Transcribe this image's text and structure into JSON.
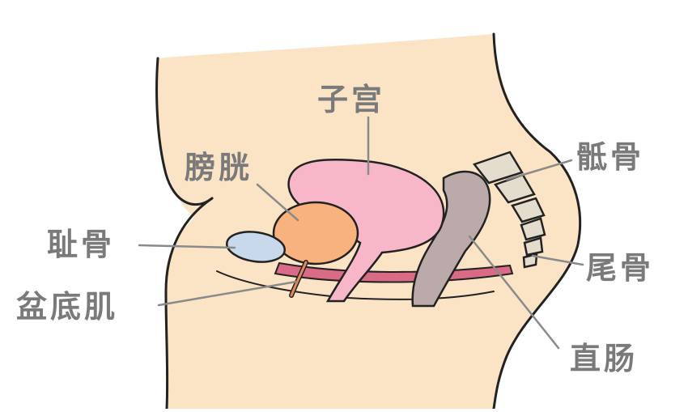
{
  "labels": {
    "uterus": "子宫",
    "bladder": "膀胱",
    "pubic_bone": "耻骨",
    "pelvic_floor": "盆底肌",
    "sacrum": "骶骨",
    "coccyx": "尾骨",
    "rectum": "直肠"
  },
  "colors": {
    "skin": "#fbe4c6",
    "outline": "#222222",
    "uterus": "#f7b7c9",
    "bladder": "#f7b27d",
    "pubic_bone": "#c7d9ea",
    "pelvic_floor": "#d96b86",
    "rectum": "#bcaaaa",
    "bone": "#e4dccd",
    "leader": "#8a8a8a",
    "label_text": "#7a7a7a"
  }
}
